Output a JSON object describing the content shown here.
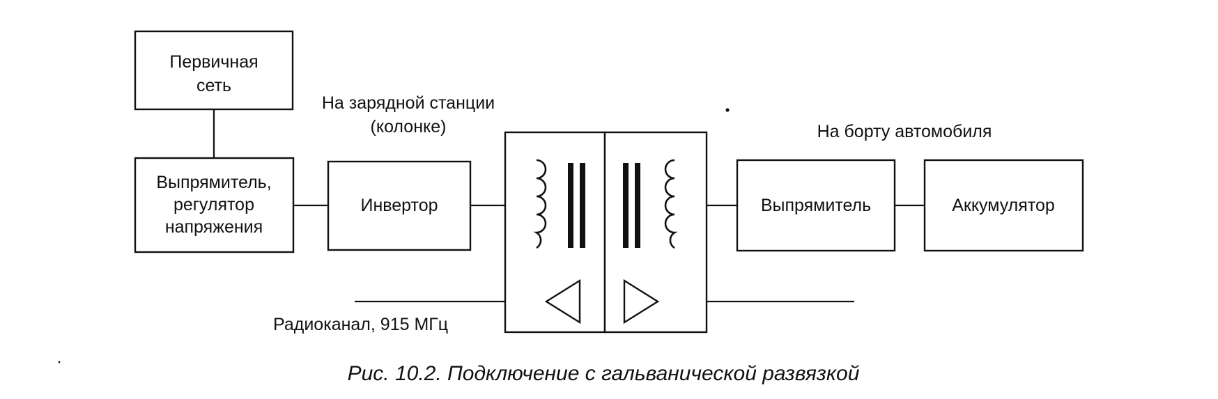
{
  "blocks": {
    "primary_network": [
      "Первичная",
      "сеть"
    ],
    "rectifier_regulator": [
      "Выпрямитель,",
      "регулятор",
      "напряжения"
    ],
    "inverter": "Инвертор",
    "vehicle_rectifier": "Выпрямитель",
    "battery": "Аккумулятор"
  },
  "annotations": {
    "station": [
      "На зарядной станции",
      "(колонке)"
    ],
    "vehicle": "На борту автомобиля",
    "radio_channel": "Радиоканал, 915 МГц"
  },
  "caption": "Рис. 10.2. Подключение с гальванической развязкой"
}
